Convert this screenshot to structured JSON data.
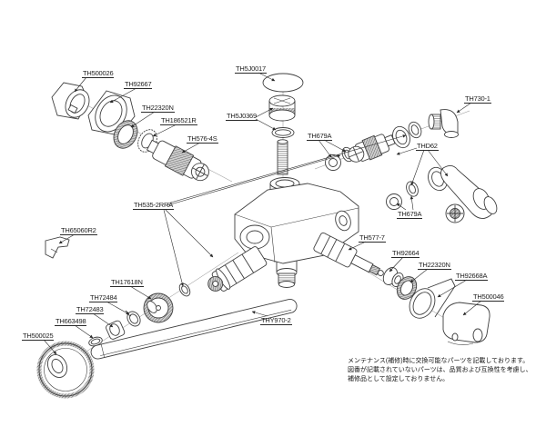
{
  "diagram_type": "exploded-parts-diagram",
  "parts": [
    {
      "id": "TH500026"
    },
    {
      "id": "TH92667"
    },
    {
      "id": "TH22320N"
    },
    {
      "id": "TH186521R"
    },
    {
      "id": "TH576-4S"
    },
    {
      "id": "TH5J0017"
    },
    {
      "id": "TH5J0369"
    },
    {
      "id": "TH679A"
    },
    {
      "id": "THD62"
    },
    {
      "id": "TH730-1"
    },
    {
      "id": "TH679A"
    },
    {
      "id": "TH535-2RRA"
    },
    {
      "id": "TH577-7"
    },
    {
      "id": "TH92664"
    },
    {
      "id": "TH22320N"
    },
    {
      "id": "TH92668A"
    },
    {
      "id": "TH500046"
    },
    {
      "id": "TH65060R2"
    },
    {
      "id": "TH17618N"
    },
    {
      "id": "TH72484"
    },
    {
      "id": "TH72483"
    },
    {
      "id": "TH663498"
    },
    {
      "id": "TH500025"
    },
    {
      "id": "THY970-2"
    }
  ],
  "note": {
    "line1": "メンテナンス(補修)時に交換可能なパーツを記載しております。",
    "line2": "図番が記載されていないパーツは、品質および互換性を考慮し、",
    "line3": "補修品として設定しておりません。"
  },
  "colors": {
    "background": "#ffffff",
    "line": "#3f3f3f",
    "label_text": "#1d1d1d"
  }
}
